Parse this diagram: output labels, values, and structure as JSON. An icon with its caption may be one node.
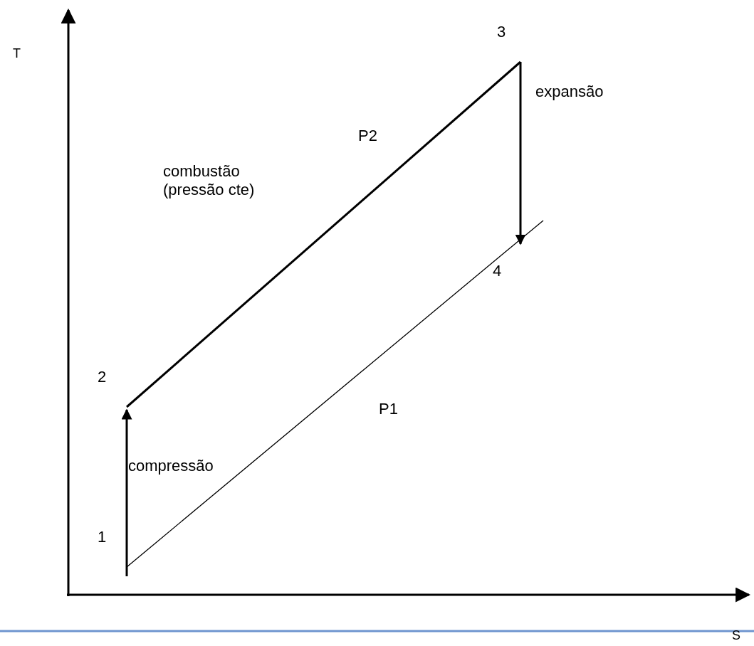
{
  "diagram": {
    "nodes": [
      {
        "text": [
          "1"
        ]
      },
      {
        "text": [
          "2"
        ]
      },
      {
        "text": [
          "3"
        ]
      },
      {
        "text": [
          "4"
        ]
      }
    ],
    "edges": [
      {
        "from": 0,
        "to": 1,
        "arrow": "to",
        "label": "compressão"
      },
      {
        "from": 1,
        "to": 2,
        "arrow": "none",
        "label": "combustão (pressão cte)"
      },
      {
        "from": 2,
        "to": 3,
        "arrow": "to",
        "label": "expansão"
      },
      {
        "from": 3,
        "to": 0,
        "arrow": "none"
      }
    ],
    "labels": [
      "T",
      "P2",
      "P1",
      "S"
    ]
  }
}
